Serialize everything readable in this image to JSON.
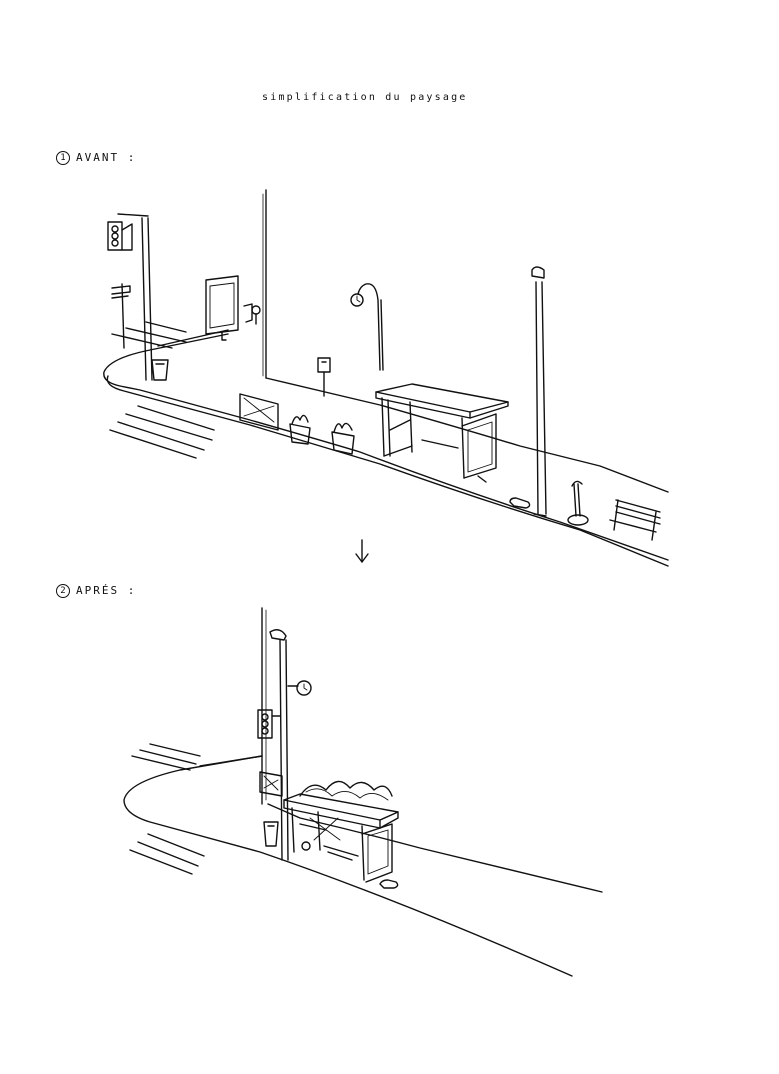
{
  "title": "simplification du paysage",
  "sections": [
    {
      "number": "1",
      "label": "AVANT :"
    },
    {
      "number": "2",
      "label": "APRÉS :"
    }
  ],
  "colors": {
    "ink": "#111111",
    "paper": "#ffffff"
  }
}
